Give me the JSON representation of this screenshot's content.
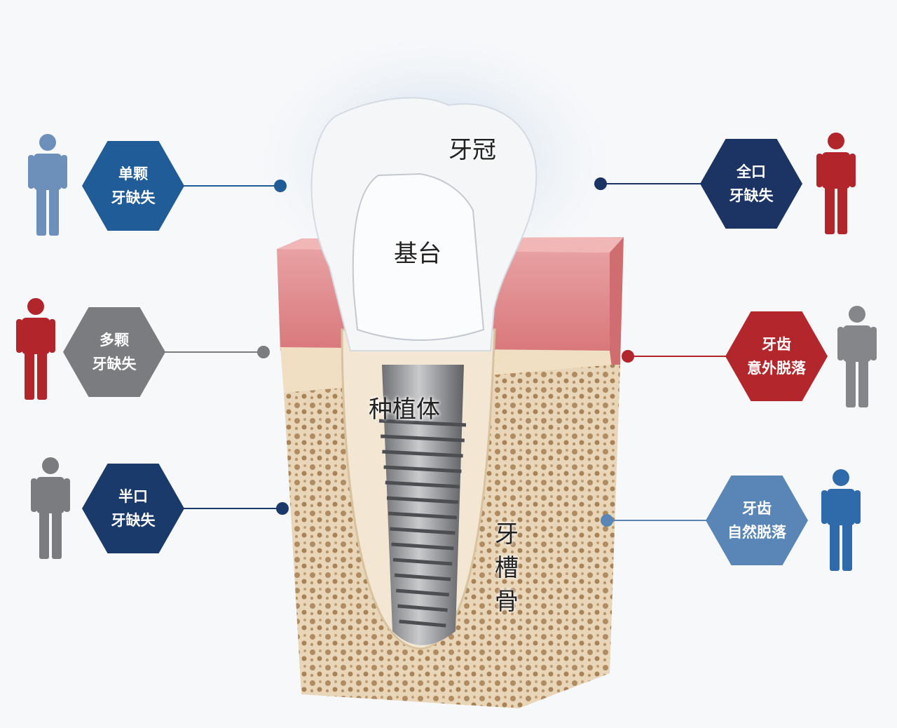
{
  "labels": {
    "crown": "牙冠",
    "abutment": "基台",
    "implant": "种植体",
    "bone": "牙槽骨"
  },
  "cases": [
    {
      "text": "单颗\n牙缺失",
      "hex_color": "#1f5c98",
      "person_color": "#6d90bb",
      "icon": "person-icon"
    },
    {
      "text": "多颗\n牙缺失",
      "hex_color": "#7b7c80",
      "person_color": "#b2262b",
      "icon": "person-icon"
    },
    {
      "text": "半口\n牙缺失",
      "hex_color": "#1b3a6c",
      "person_color": "#7b7c80",
      "icon": "person-icon"
    },
    {
      "text": "全口\n牙缺失",
      "hex_color": "#1c3463",
      "person_color": "#b2262b",
      "icon": "person-icon"
    },
    {
      "text": "牙齿\n意外脱落",
      "hex_color": "#b3262b",
      "person_color": "#85868a",
      "icon": "person-icon"
    },
    {
      "text": "牙齿\n自然脱落",
      "hex_color": "#5a86b7",
      "person_color": "#2f6aaa",
      "icon": "person-icon"
    }
  ]
}
